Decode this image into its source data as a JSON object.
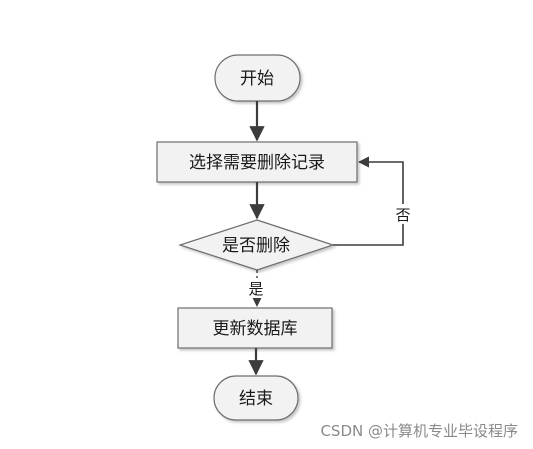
{
  "diagram": {
    "nodes": {
      "start": {
        "label": "开始"
      },
      "select": {
        "label": "选择需要删除记录"
      },
      "decide": {
        "label": "是否删除"
      },
      "update": {
        "label": "更新数据库"
      },
      "end": {
        "label": "结束"
      }
    },
    "edges": {
      "yes_label": "是",
      "no_label": "否"
    }
  },
  "watermark": {
    "text": "CSDN @计算机专业毕设程序"
  },
  "colors": {
    "node_fill": "#f2f2f2",
    "node_stroke": "#6e6e6e",
    "arrow": "#3c3c3c"
  }
}
